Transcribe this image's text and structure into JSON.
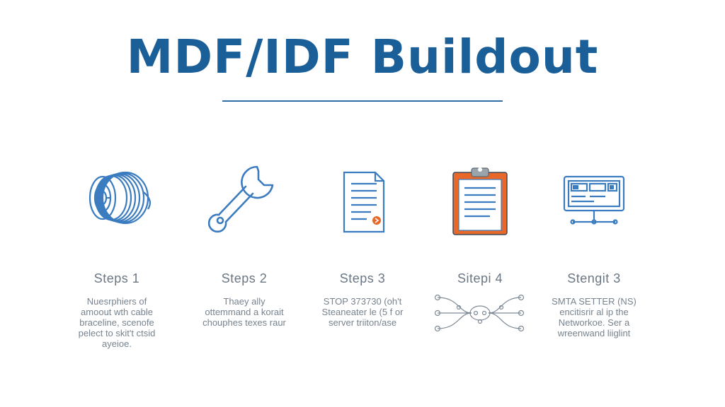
{
  "title": "MDF/IDF Buildout",
  "colors": {
    "title": "#1b5f98",
    "icon_stroke": "#3b7bbf",
    "accent_orange": "#e8682a",
    "text": "#6b7783"
  },
  "steps": [
    {
      "label": "Steps 1",
      "icon": "cable-spool-icon",
      "description": "Nuesrphiers of\namoout wth cable\nbraceline, scenofe\npelect to skit't ctsid\nayeioe."
    },
    {
      "label": "Steps 2",
      "icon": "wrench-icon",
      "description": "Thaey ally\nottemmand a korait\nchouphes texes raur"
    },
    {
      "label": "Steps 3",
      "icon": "document-icon",
      "description": "STOP 373730 (oh't\nSteaneater le (5 f or\nserver triiton/ase"
    },
    {
      "label": "Sitepi 4",
      "icon": "clipboard-icon",
      "description": ""
    },
    {
      "label": "Stengit 3",
      "icon": "monitor-icon",
      "description": "SMTA SETTER (NS)\nencitisrir al ip the\nNetworkoe. Ser a\nwreenwand liiglint"
    }
  ]
}
